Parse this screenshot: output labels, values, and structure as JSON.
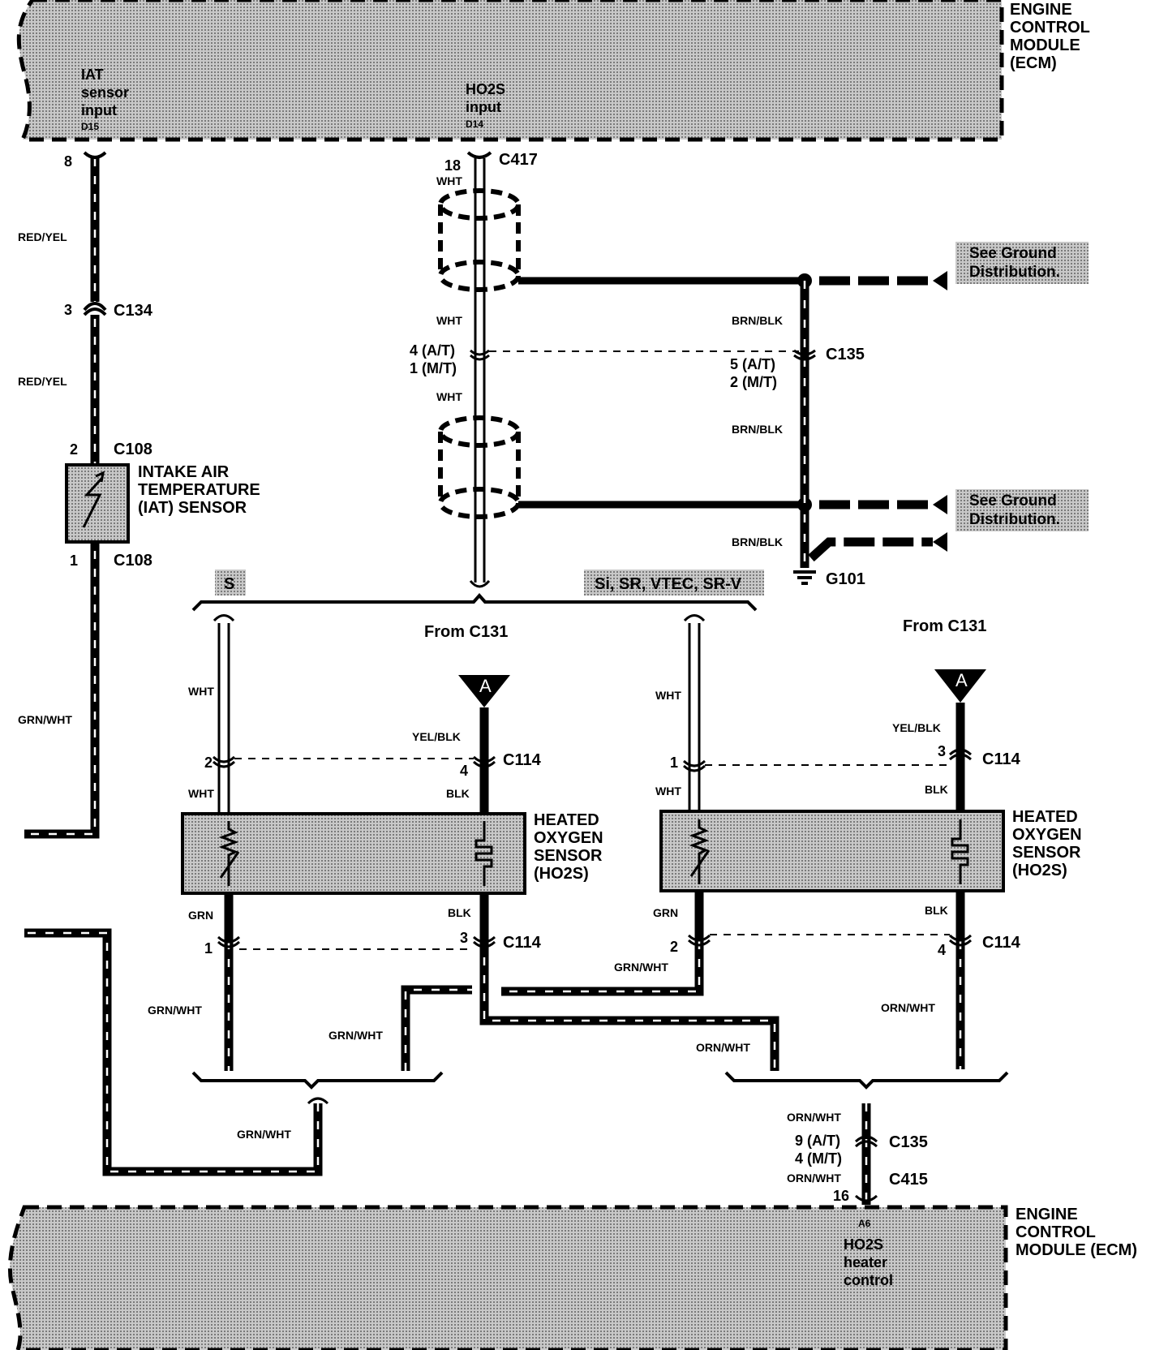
{
  "ecm_top": {
    "title": [
      "ENGINE",
      "CONTROL",
      "MODULE",
      "(ECM)"
    ],
    "iat_input": [
      "IAT",
      "sensor",
      "input",
      "D15"
    ],
    "ho2s_input": [
      "HO2S",
      "input",
      "D14"
    ]
  },
  "ecm_bottom": {
    "title": [
      "ENGINE",
      "CONTROL",
      "MODULE (ECM)"
    ],
    "heater_control": [
      "A6",
      "HO2S",
      "heater",
      "control"
    ]
  },
  "iat_circuit": {
    "pin_ecm": "8",
    "wire_top": "RED/YEL",
    "c134_pin": "3",
    "c134": "C134",
    "wire_mid": "RED/YEL",
    "c108_pin_top": "2",
    "c108_top": "C108",
    "sensor_label": [
      "INTAKE AIR",
      "TEMPERATURE",
      "(IAT) SENSOR"
    ],
    "c108_pin_bottom": "1",
    "c108_bottom": "C108",
    "wire_bottom": "GRN/WHT"
  },
  "ho2s_signal": {
    "pin_ecm": "18",
    "c417": "C417",
    "wire_1": "WHT",
    "wire_2": "WHT",
    "c135_pin_at": "4 (A/T)",
    "c135_pin_mt": "1 (M/T)",
    "wire_3": "WHT"
  },
  "ground": {
    "note_1": [
      "See Ground",
      "Distribution."
    ],
    "note_2": [
      "See Ground",
      "Distribution."
    ],
    "wire_1": "BRN/BLK",
    "c135_pin_at": "5 (A/T)",
    "c135_pin_mt": "2 (M/T)",
    "c135": "C135",
    "wire_2": "BRN/BLK",
    "wire_3": "BRN/BLK",
    "g101": "G101"
  },
  "variants": {
    "s_label": "S",
    "other_label": "Si, SR, VTEC, SR-V",
    "from_c131_left": "From C131",
    "from_c131_right": "From C131"
  },
  "sensor_left": {
    "wht_top": "WHT",
    "pin2": "2",
    "wht_bottom": "WHT",
    "a_label": "A",
    "yel_blk": "YEL/BLK",
    "pin4": "4",
    "c114_top": "C114",
    "blk_top": "BLK",
    "title": [
      "HEATED",
      "OXYGEN",
      "SENSOR",
      "(HO2S)"
    ],
    "grn": "GRN",
    "pin1": "1",
    "blk_bottom": "BLK",
    "pin3": "3",
    "c114_bottom": "C114",
    "grn_wht_1": "GRN/WHT",
    "grn_wht_2": "GRN/WHT"
  },
  "sensor_right": {
    "wht_top": "WHT",
    "pin1": "1",
    "wht_bottom": "WHT",
    "a_label": "A",
    "yel_blk": "YEL/BLK",
    "pin3": "3",
    "c114_top": "C114",
    "blk_top": "BLK",
    "title": [
      "HEATED",
      "OXYGEN",
      "SENSOR",
      "(HO2S)"
    ],
    "grn": "GRN",
    "pin2": "2",
    "blk_bottom": "BLK",
    "pin4": "4",
    "c114_bottom": "C114",
    "grn_wht": "GRN/WHT",
    "orn_wht": "ORN/WHT"
  },
  "lower": {
    "grn_wht_merge": "GRN/WHT",
    "orn_wht_left": "ORN/WHT",
    "orn_wht_1": "ORN/WHT",
    "c135_pin_at": "9 (A/T)",
    "c135_pin_mt": "4 (M/T)",
    "c135": "C135",
    "orn_wht_2": "ORN/WHT",
    "c415": "C415",
    "pin16": "16"
  }
}
